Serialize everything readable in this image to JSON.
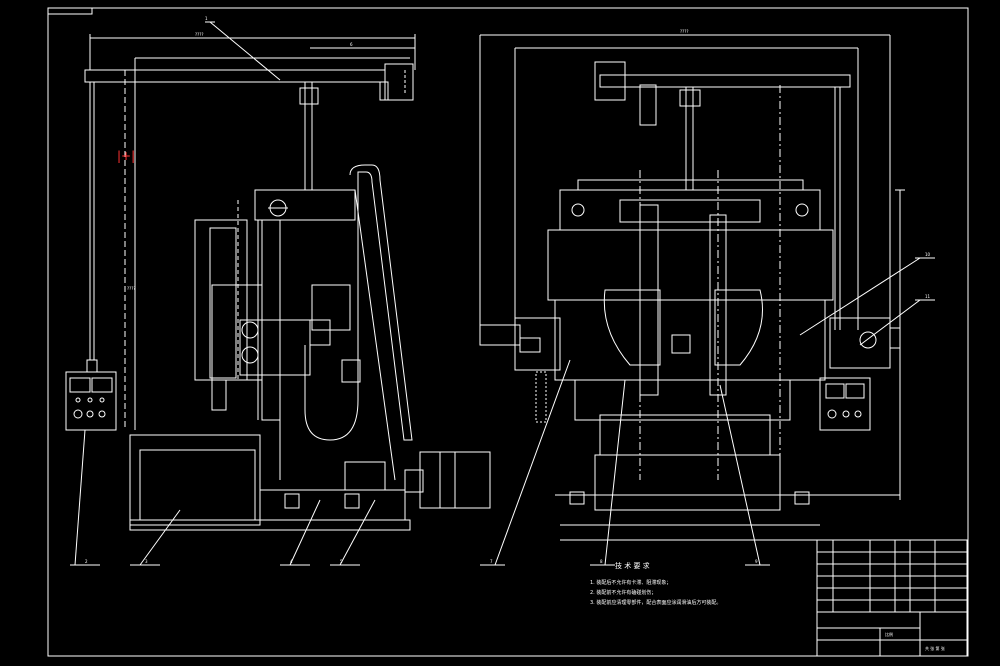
{
  "drawing": {
    "background": "#000000",
    "line_color": "#ffffff",
    "accent_color": "#ff3333",
    "red_mark": "|+|",
    "dim_top_left": "????",
    "dim_top_right": "????",
    "dim_left_vertical": "????",
    "callouts_left": [
      "1",
      "2",
      "3",
      "4",
      "5",
      "6"
    ],
    "callouts_right": [
      "7",
      "8",
      "9",
      "10",
      "11"
    ],
    "tech_requirements": {
      "title": "技 术 要 求",
      "items": [
        "1. 装配后不允许有卡滞、阻滞现象；",
        "2. 装配前不允许有磕碰划伤；",
        "3. 装配前应清理零部件，配合表面应涂润滑油后方可装配。"
      ]
    },
    "title_block": {
      "name": "",
      "scale_label": "比例",
      "sheet_label": "共 张 第 张"
    }
  }
}
